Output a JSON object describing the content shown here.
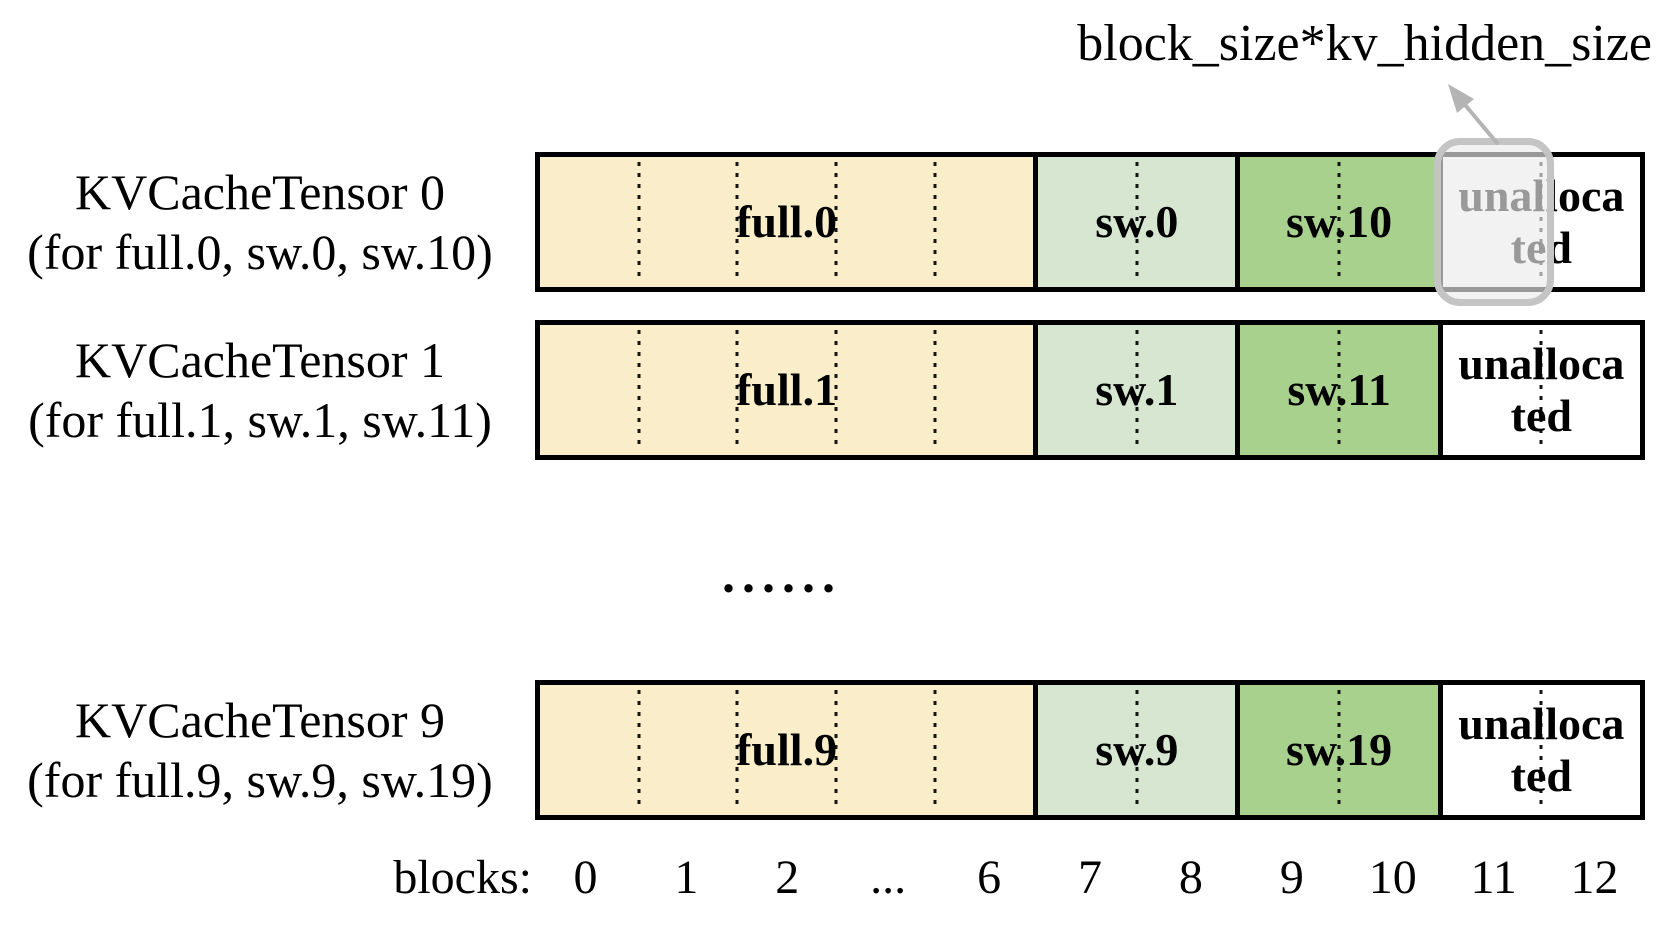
{
  "annotation": {
    "text": "block_size*kv_hidden_size"
  },
  "ellipsis": "......",
  "rows": [
    {
      "title": "KVCacheTensor 0",
      "subtitle": "(for full.0, sw.0, sw.10)",
      "segments": [
        {
          "label": "full.0",
          "kind": "full",
          "cells": 5
        },
        {
          "label": "sw.0",
          "kind": "sw_light",
          "cells": 2
        },
        {
          "label": "sw.10",
          "kind": "sw_dark",
          "cells": 2
        },
        {
          "label_lines": [
            "unalloca",
            "ted"
          ],
          "kind": "unallocated",
          "cells": 2
        }
      ]
    },
    {
      "title": "KVCacheTensor 1",
      "subtitle": "(for full.1, sw.1, sw.11)",
      "segments": [
        {
          "label": "full.1",
          "kind": "full",
          "cells": 5
        },
        {
          "label": "sw.1",
          "kind": "sw_light",
          "cells": 2
        },
        {
          "label": "sw.11",
          "kind": "sw_dark",
          "cells": 2
        },
        {
          "label_lines": [
            "unalloca",
            "ted"
          ],
          "kind": "unallocated",
          "cells": 2
        }
      ]
    },
    {
      "title": "KVCacheTensor 9",
      "subtitle": "(for full.9, sw.9, sw.19)",
      "segments": [
        {
          "label": "full.9",
          "kind": "full",
          "cells": 5
        },
        {
          "label": "sw.9",
          "kind": "sw_light",
          "cells": 2
        },
        {
          "label": "sw.19",
          "kind": "sw_dark",
          "cells": 2
        },
        {
          "label_lines": [
            "unalloca",
            "ted"
          ],
          "kind": "unallocated",
          "cells": 2
        }
      ]
    }
  ],
  "blocks_axis": {
    "label": "blocks:",
    "ticks": [
      "0",
      "1",
      "2",
      "...",
      "6",
      "7",
      "8",
      "9",
      "10",
      "11",
      "12"
    ]
  },
  "colors": {
    "full": "#FAEECA",
    "sw_light": "#D6E6D0",
    "sw_dark": "#A9D18E",
    "unallocated": "#FFFFFF",
    "bar_border": "#000000",
    "highlight_border": "#C4C4C4",
    "highlight_fill": "rgba(235,235,235,0.65)",
    "arrow": "#B4B4B4"
  }
}
